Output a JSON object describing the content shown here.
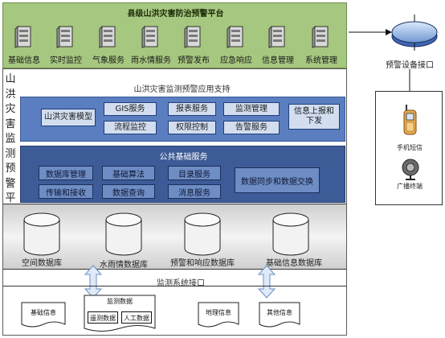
{
  "top": {
    "title": "县级山洪灾害防治预警平台",
    "servers": [
      {
        "label": "基础信息"
      },
      {
        "label": "实时监控"
      },
      {
        "label": "气象服务"
      },
      {
        "label": "雨水情服务"
      },
      {
        "label": "预警发布"
      },
      {
        "label": "应急响应"
      },
      {
        "label": "信息管理"
      },
      {
        "label": "系统管理"
      }
    ]
  },
  "side_title": "山洪灾害监测预警平台",
  "app_layer": {
    "title": "山洪灾害监测预警应用支持",
    "model": "山洪灾害模型",
    "gis": "GIS服务",
    "report": "报表服务",
    "monitor_mgmt": "监测管理",
    "upload_line1": "信息上报和",
    "upload_line2": "下发",
    "process": "流程监控",
    "permission": "权限控制",
    "alarm": "告警服务"
  },
  "common_layer": {
    "title": "公共基础服务",
    "dblib": "数据库管理",
    "basic_alg": "基础算法",
    "catalog": "目录服务",
    "sync": "数据同步和数据交换",
    "transfer": "传输和接收",
    "query": "数据查询",
    "message": "消息服务"
  },
  "databases": {
    "spatial": "空间数据库",
    "rain": "水雨情数据库",
    "warning": "预警和响应数据库",
    "basic": "基础信息数据库"
  },
  "interface_label": "监测系统接口",
  "sources": {
    "basic": "基础信息",
    "monitor_title": "监测数据",
    "telemetry": "遥测数据",
    "manual": "人工数据",
    "geo": "地理信息",
    "other": "其他信息"
  },
  "right": {
    "device_interface": "预警设备接口",
    "sms": "手机短信",
    "broadcast": "广播终端"
  },
  "colors": {
    "top_green": "#a6c77f",
    "app_blue": "#5a7ec0",
    "common_navy": "#3d5b97"
  }
}
